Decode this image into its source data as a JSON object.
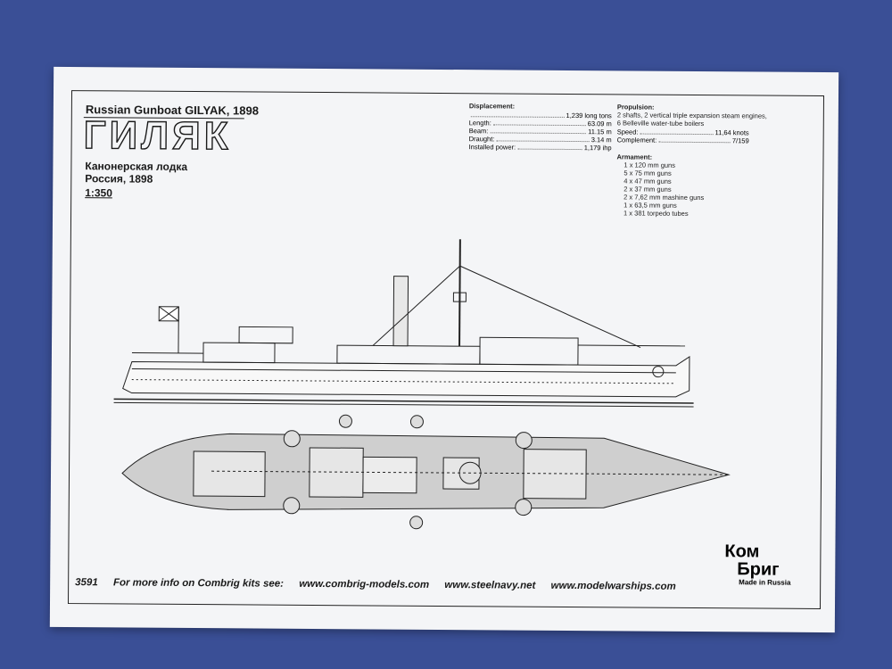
{
  "sheet": {
    "title": "Russian Gunboat GILYAK, 1898",
    "name_ru": "ГИЛЯК",
    "type_ru": "Канонерская лодка",
    "country_year_ru": "Россия, 1898",
    "scale": "1:350"
  },
  "specs_left": {
    "heading": "Displacement:",
    "rows": [
      {
        "label": "",
        "value": "1,239 long tons"
      },
      {
        "label": "Length:",
        "value": "63.09 m"
      },
      {
        "label": "Beam:",
        "value": "11.15 m"
      },
      {
        "label": "Draught:",
        "value": "3.14 m"
      },
      {
        "label": "Installed power:",
        "value": "1,179 ihp"
      }
    ]
  },
  "specs_right": {
    "heading": "Propulsion:",
    "lines": [
      "2 shafts, 2 vertical triple expansion steam engines,",
      "6 Belleville water-tube boilers"
    ],
    "rows": [
      {
        "label": "Speed:",
        "value": "11,64 knots"
      },
      {
        "label": "Complement:",
        "value": "7/159"
      }
    ]
  },
  "armament": {
    "heading": "Armament:",
    "items": [
      "1 x 120 mm guns",
      "5 x 75 mm guns",
      "4 x 47 mm guns",
      "2 x 37 mm guns",
      "2 x 7,62 mm mashine guns",
      "1 x 63,5 mm guns",
      "1 x 381 torpedo tubes"
    ]
  },
  "footer": {
    "code": "3591",
    "text": "For more info on Combrig kits see:",
    "links": [
      "www.combrig-models.com",
      "www.steelnavy.net",
      "www.modelwarships.com"
    ]
  },
  "logo": {
    "line1": "Ком",
    "line2": "Бриг",
    "tagline": "Made in Russia"
  },
  "colors": {
    "background": "#3a4f96",
    "paper": "#f4f5f7",
    "ink": "#1a1a1a"
  }
}
